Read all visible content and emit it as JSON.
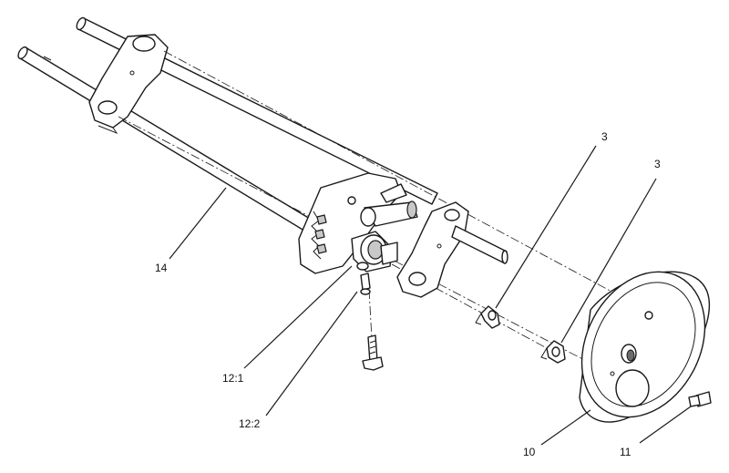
{
  "callouts": {
    "c3a": "3",
    "c3b": "3",
    "c14": "14",
    "c12_1": "12:1",
    "c12_2": "12:2",
    "c10": "10",
    "c11": "11"
  }
}
